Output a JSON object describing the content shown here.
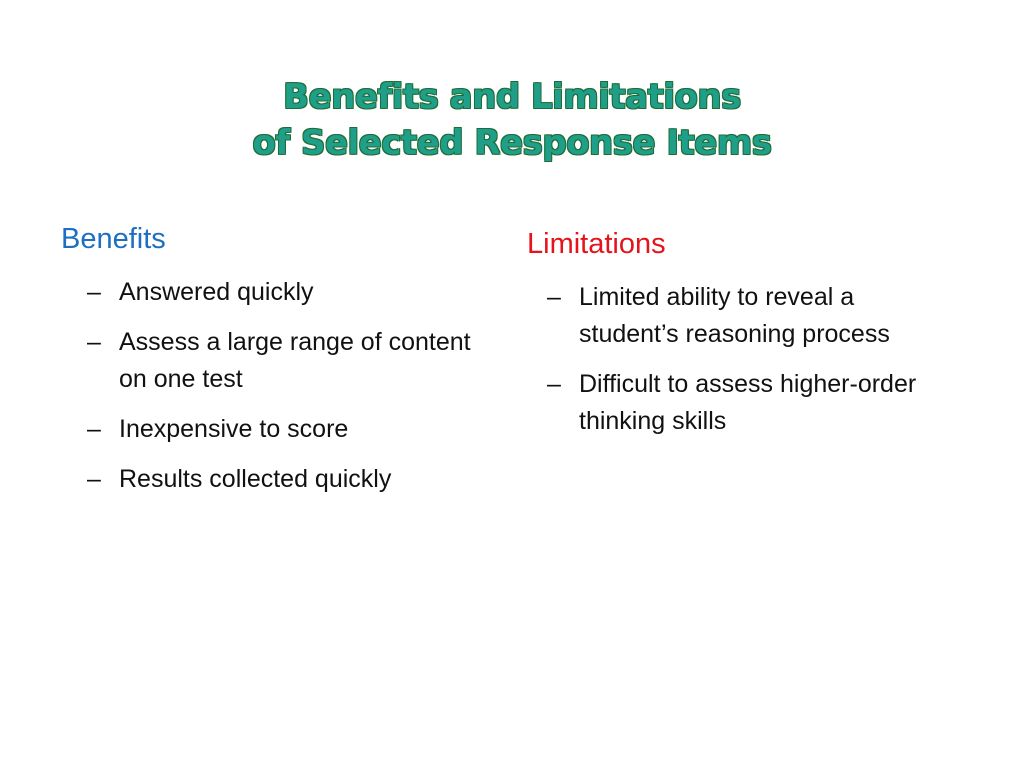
{
  "title": {
    "line1": "Benefits and Limitations",
    "line2": "of Selected Response Items"
  },
  "benefits": {
    "heading": "Benefits",
    "bullet": "–",
    "items": [
      "Answered quickly",
      "Assess a large range of content on one test",
      "Inexpensive to score",
      "Results collected quickly"
    ]
  },
  "limitations": {
    "heading": "Limitations",
    "bullet": "–",
    "items": [
      "Limited ability to reveal a student’s reasoning process",
      "Difficult to assess higher-order thinking skills"
    ]
  },
  "colors": {
    "title": "#1f9e8a",
    "title_outline": "#1f6d33",
    "benefits_heading": "#1f6fc0",
    "limitations_heading": "#e3141b",
    "body_text": "#111111",
    "background": "#ffffff"
  }
}
